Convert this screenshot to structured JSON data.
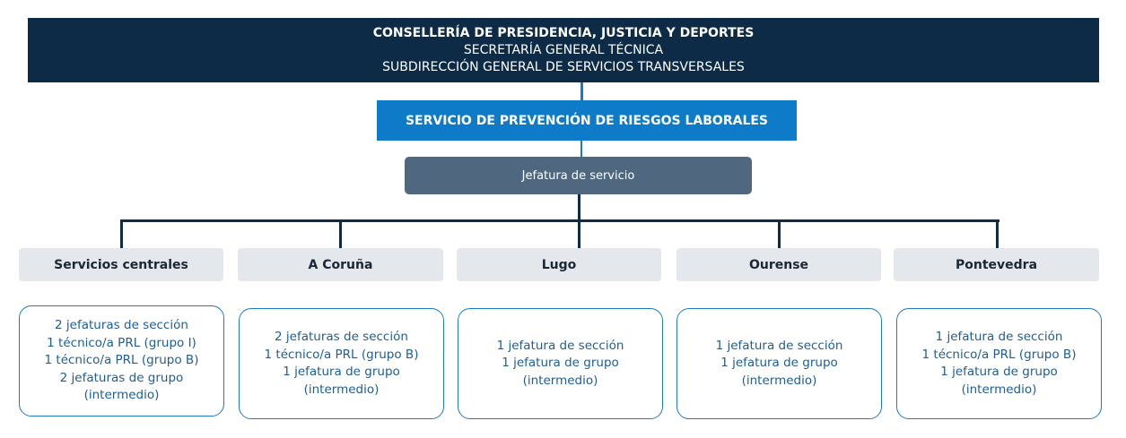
{
  "header": {
    "line1": "CONSELLERÍA DE PRESIDENCIA, JUSTICIA Y DEPORTES",
    "line2": "SECRETARÍA GENERAL TÉCNICA",
    "line3": "SUBDIRECCIÓN GENERAL DE SERVICIOS TRANSVERSALES"
  },
  "service": {
    "label": "SERVICIO DE PREVENCIÓN DE RIESGOS LABORALES"
  },
  "chief": {
    "label": "Jefatura de servicio"
  },
  "colors": {
    "header_bg": "#0d2a47",
    "service_bg": "#0e7bc8",
    "chief_bg": "#4f6880",
    "unit_bg": "#e4e7eb",
    "staff_border": "#1d79c0",
    "staff_text": "#1f5d93"
  },
  "units": [
    {
      "name": "Servicios centrales",
      "staff": [
        "2 jefaturas de sección",
        "1 técnico/a PRL (grupo I)",
        "1 técnico/a PRL (grupo B)",
        "2 jefaturas de grupo",
        "(intermedio)"
      ]
    },
    {
      "name": "A Coruña",
      "staff": [
        "2 jefaturas de sección",
        "1 técnico/a PRL (grupo B)",
        "1 jefatura de grupo",
        "(intermedio)"
      ]
    },
    {
      "name": "Lugo",
      "staff": [
        "1 jefatura de sección",
        "1 jefatura de grupo",
        "(intermedio)"
      ]
    },
    {
      "name": "Ourense",
      "staff": [
        "1 jefatura de sección",
        "1 jefatura de grupo",
        "(intermedio)"
      ]
    },
    {
      "name": "Pontevedra",
      "staff": [
        "1 jefatura de sección",
        "1 técnico/a PRL (grupo B)",
        "1 jefatura de grupo",
        "(intermedio)"
      ]
    }
  ]
}
